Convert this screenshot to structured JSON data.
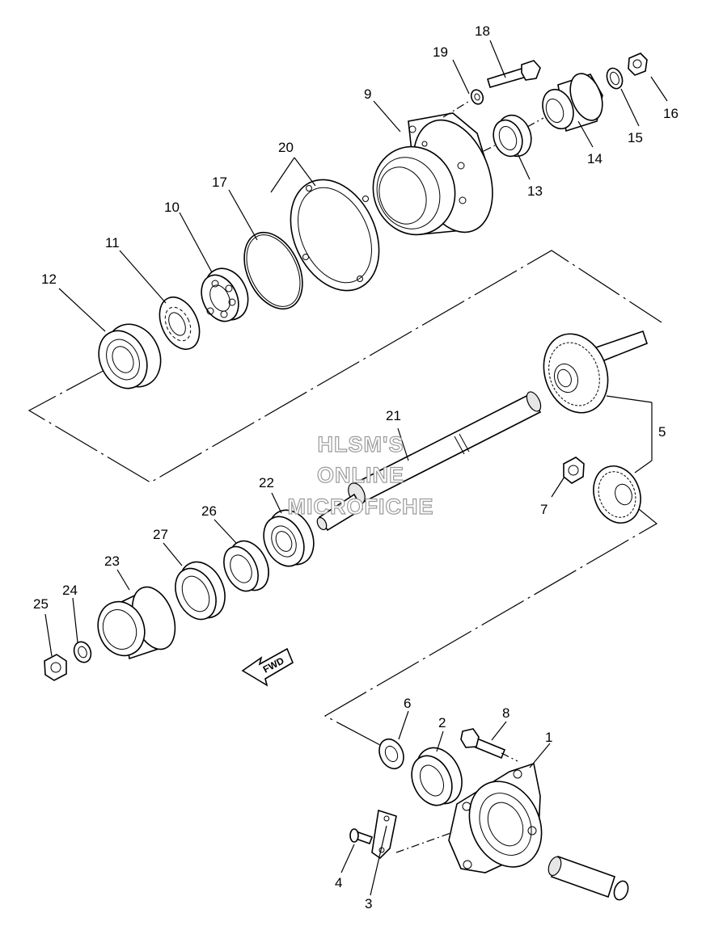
{
  "diagram": {
    "watermark": [
      "HLSM'S",
      "ONLINE",
      "MICROFICHE"
    ],
    "fwd_label": "FWD",
    "part_numbers": [
      "1",
      "2",
      "3",
      "4",
      "5",
      "6",
      "7",
      "8",
      "9",
      "10",
      "11",
      "12",
      "13",
      "14",
      "15",
      "16",
      "17",
      "18",
      "19",
      "20",
      "21",
      "22",
      "23",
      "24",
      "25",
      "26",
      "27"
    ]
  }
}
